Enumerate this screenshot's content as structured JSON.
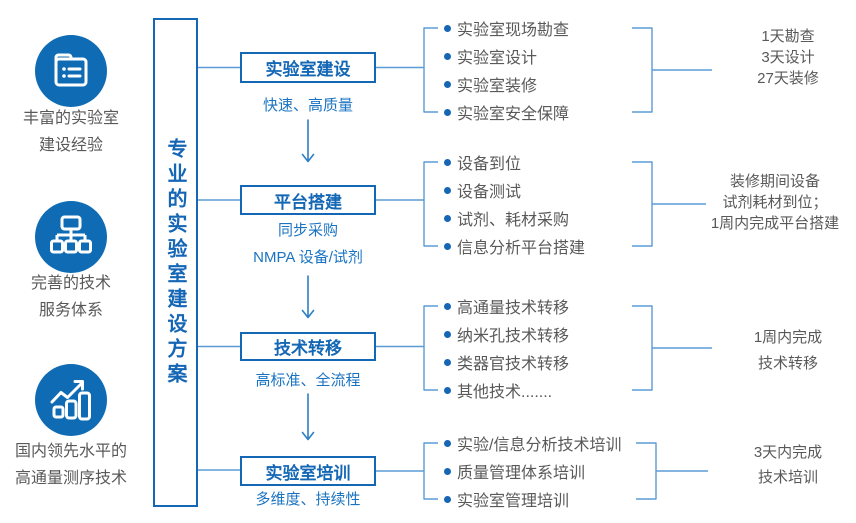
{
  "colors": {
    "primary_blue": "#1467B5",
    "subtitle_blue": "#1A73C1",
    "line_blue": "#5B9BD5",
    "arrow_blue": "#2E7FC5",
    "icon_circle_blue": "#0F6CB4",
    "text_gray": "#595959"
  },
  "left_panel": {
    "features": [
      {
        "icon": "folder-list-icon",
        "lines": [
          "丰富的实验室",
          "建设经验"
        ]
      },
      {
        "icon": "sitemap-icon",
        "lines": [
          "完善的技术",
          "服务体系"
        ]
      },
      {
        "icon": "growth-chart-icon",
        "lines": [
          "国内领先水平的",
          "高通量测序技术"
        ]
      }
    ]
  },
  "plan_box": {
    "label": "专业的实验室建设方案"
  },
  "stages": [
    {
      "title": "实验室建设",
      "subtitle_lines": [
        "快速、高质量"
      ],
      "bullets": [
        "实验室现场勘查",
        "实验室设计",
        "实验室装修",
        "实验室安全保障"
      ],
      "duration_lines": [
        "1天勘查",
        "3天设计",
        "27天装修"
      ]
    },
    {
      "title": "平台搭建",
      "subtitle_lines": [
        "同步采购",
        "NMPA 设备/试剂"
      ],
      "bullets": [
        "设备到位",
        "设备测试",
        "试剂、耗材采购",
        "信息分析平台搭建"
      ],
      "duration_lines": [
        "装修期间设备",
        "试剂耗材到位；",
        "1周内完成平台搭建"
      ]
    },
    {
      "title": "技术转移",
      "subtitle_lines": [
        "高标准、全流程"
      ],
      "bullets": [
        "高通量技术转移",
        "纳米孔技术转移",
        "类器官技术转移",
        "其他技术......."
      ],
      "duration_lines": [
        "1周内完成",
        "技术转移"
      ]
    },
    {
      "title": "实验室培训",
      "subtitle_lines": [
        "多维度、持续性"
      ],
      "bullets": [
        "实验/信息分析技术培训",
        "质量管理体系培训",
        "实验室管理培训"
      ],
      "duration_lines": [
        "3天内完成",
        "技术培训"
      ]
    }
  ]
}
